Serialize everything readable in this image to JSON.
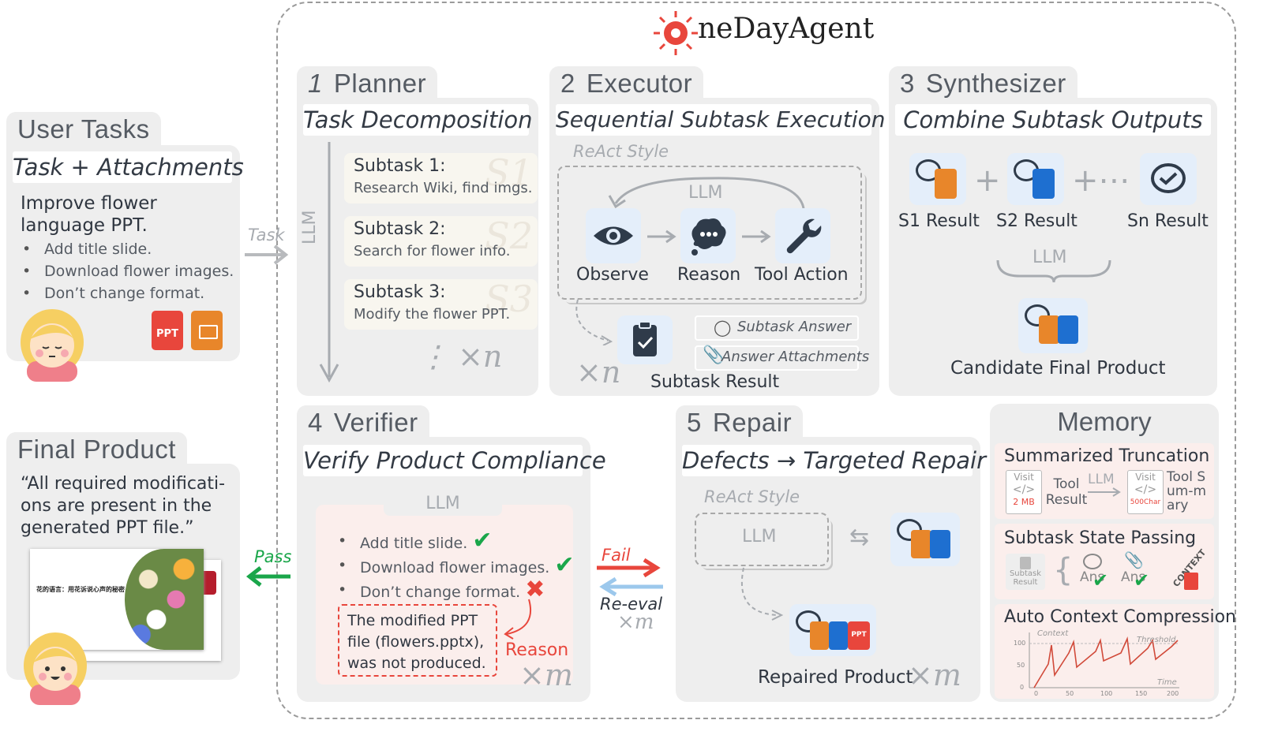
{
  "brand": {
    "name_rest": "neDayAgent"
  },
  "user_tasks": {
    "title": "User Tasks",
    "header": "Task + Attachments",
    "prompt": "Improve flower language PPT.",
    "bullets": [
      "Add title slide.",
      "Download flower images.",
      "Don’t change format."
    ],
    "ppt_badge": "PPT"
  },
  "final_product": {
    "title": "Final Product",
    "quote": "“All required modificati-ons are present in the generated PPT file.”",
    "slide_text": "花的语言：用花诉说心声的秘密"
  },
  "arrows": {
    "task": "Task",
    "pass": "Pass",
    "fail": "Fail",
    "reeval": "Re-eval",
    "reeval_mult": "×m",
    "llm": "LLM"
  },
  "planner": {
    "num": "1",
    "title": "Planner",
    "header": "Task Decomposition",
    "llm": "LLM",
    "subtasks": [
      {
        "label": "Subtask 1:",
        "desc": "Research Wiki, find imgs.",
        "sym": "S1"
      },
      {
        "label": "Subtask 2:",
        "desc": "Search for flower info.",
        "sym": "S2"
      },
      {
        "label": "Subtask 3:",
        "desc": "Modify the flower PPT.",
        "sym": "S3"
      }
    ],
    "more": "⋮ ×n"
  },
  "executor": {
    "num": "2",
    "title": "Executor",
    "header": "Sequential Subtask Execution",
    "react": "ReAct Style",
    "llm": "LLM",
    "steps": [
      "Observe",
      "Reason",
      "Tool Action"
    ],
    "result": "Subtask Result",
    "answer": "Subtask Answer",
    "attachments": "Answer Attachments",
    "mult": "×n"
  },
  "synthesizer": {
    "num": "3",
    "title": "Synthesizer",
    "header": "Combine Subtask Outputs",
    "results": [
      "S1 Result",
      "S2 Result",
      "Sn Result"
    ],
    "llm": "LLM",
    "candidate": "Candidate Final Product"
  },
  "verifier": {
    "num": "4",
    "title": "Verifier",
    "header": "Verify Product Compliance",
    "llm": "LLM",
    "checks": [
      {
        "text": "Add title slide.",
        "ok": true
      },
      {
        "text": "Download flower images.",
        "ok": true
      },
      {
        "text": "Don’t change format.",
        "ok": false
      }
    ],
    "reason_text": "The modified PPT file (flowers.pptx), was not produced.",
    "reason_label": "Reason",
    "mult": "×m"
  },
  "repair": {
    "num": "5",
    "title": "Repair",
    "header": "Defects → Targeted Repair",
    "react": "ReAct Style",
    "llm": "LLM",
    "product": "Repaired Product",
    "mult": "×m",
    "ppt_badge": "PPT"
  },
  "memory": {
    "title": "Memory",
    "summarized": {
      "title": "Summarized Truncation",
      "visit": "Visit",
      "code": "</>",
      "size": "2 MB",
      "tool_result": "Tool Result",
      "llm": "LLM",
      "size2": "500Char",
      "tool_summary": "Tool Sum-mary"
    },
    "state": {
      "title": "Subtask State Passing",
      "subtask_result": "Subtask Result",
      "ans": "Ans",
      "context": "CONTEXT"
    },
    "compression": {
      "title": "Auto Context Compression",
      "context": "Context",
      "threshold": "Threshold",
      "time": "Time",
      "yticks": [
        "100",
        "50",
        "0"
      ],
      "xticks": [
        "0",
        "50",
        "100",
        "150",
        "200"
      ]
    }
  },
  "colors": {
    "panel": "#eeeeee",
    "accent_red": "#e8463c",
    "green": "#1aa64a",
    "blue": "#1e6fd0",
    "orange": "#e8862a"
  }
}
